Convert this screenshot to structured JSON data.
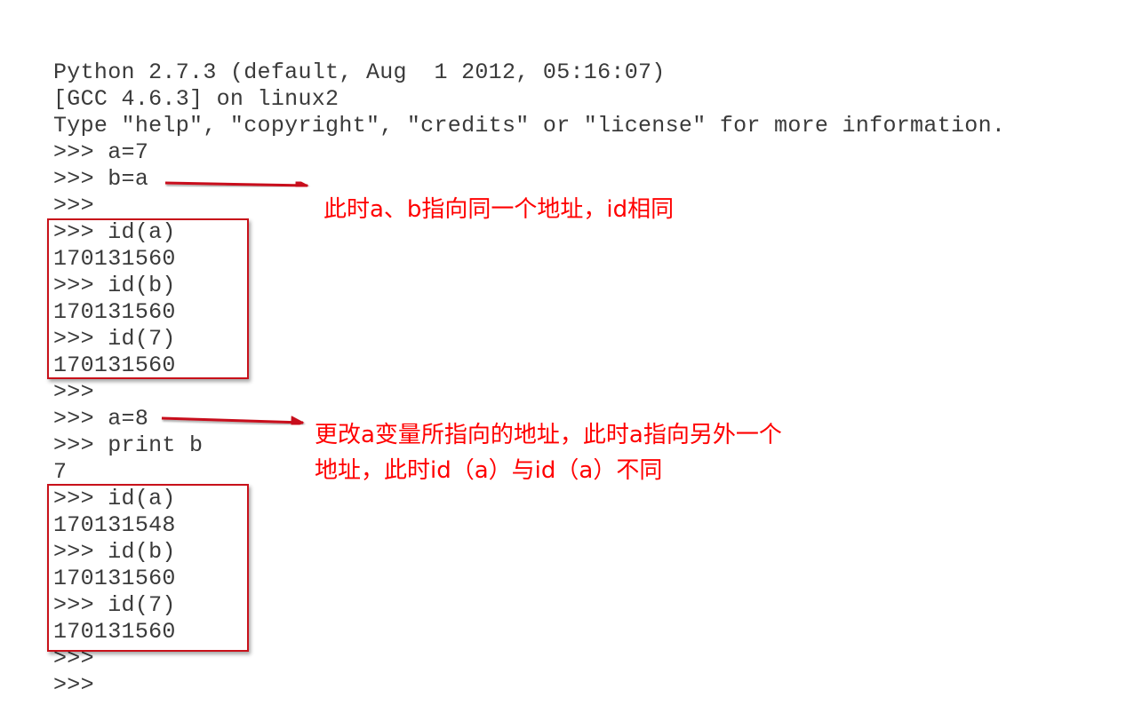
{
  "terminal": {
    "lines": [
      "Python 2.7.3 (default, Aug  1 2012, 05:16:07)",
      "[GCC 4.6.3] on linux2",
      "Type \"help\", \"copyright\", \"credits\" or \"license\" for more information.",
      ">>> a=7",
      ">>> b=a",
      ">>>",
      ">>> id(a)",
      "170131560",
      ">>> id(b)",
      "170131560",
      ">>> id(7)",
      "170131560",
      ">>>",
      ">>> a=8",
      ">>> print b",
      "7",
      ">>> id(a)",
      "170131548",
      ">>> id(b)",
      "170131560",
      ">>> id(7)",
      "170131560",
      ">>>",
      ">>>"
    ]
  },
  "annotations": {
    "first": "此时a、b指向同一个地址，id相同",
    "second": "更改a变量所指向的地址，此时a指向另外一个地址，此时id（a）与id（a）不同"
  },
  "colors": {
    "annotation_text": "#ff0000",
    "arrow": "#c8111a",
    "box_border": "#c8111a",
    "terminal_text": "#3a3a3a"
  }
}
